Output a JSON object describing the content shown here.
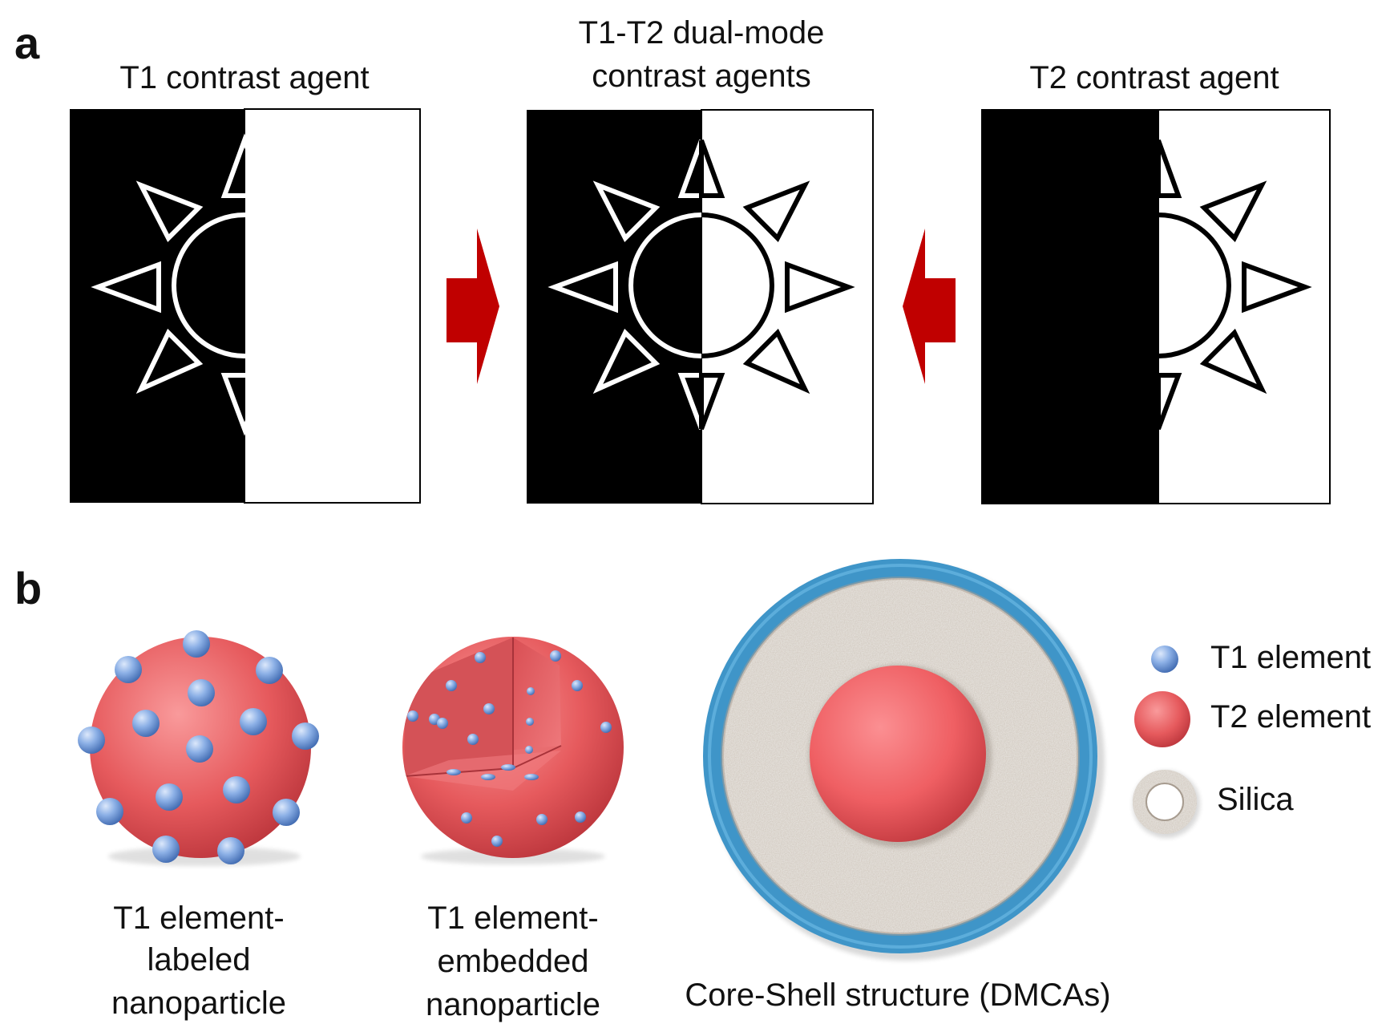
{
  "panels": {
    "a": {
      "letter": "a",
      "t1_title": "T1 contrast agent",
      "dual_title_line1": "T1-T2 dual-mode",
      "dual_title_line2": "contrast agents",
      "t2_title": "T2 contrast agent"
    },
    "b": {
      "letter": "b",
      "labeled": {
        "line1": "T1 element-",
        "line2": "labeled",
        "line3": "nanoparticle"
      },
      "embedded": {
        "line1": "T1 element-",
        "line2": "embedded",
        "line3": "nanoparticle"
      },
      "coreshell": "Core-Shell structure (DMCAs)",
      "legend": {
        "t1": "T1 element",
        "t2": "T2 element",
        "silica": "Silica"
      }
    }
  },
  "colors": {
    "arrow": "#c00000",
    "t1_element": "#7fa7e3",
    "t2_element": "#e85a5e",
    "silica": "#cdc4ba",
    "shell": "#3f95c8"
  }
}
